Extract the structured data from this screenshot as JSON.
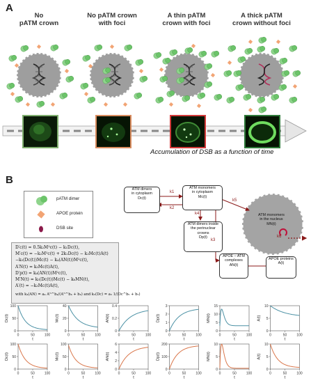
{
  "panel_a": {
    "letter": "A",
    "stages": [
      {
        "title_line1": "No",
        "title_line2": "pATM crown"
      },
      {
        "title_line1": "No pATM crown",
        "title_line2": "with foci"
      },
      {
        "title_line1": "A thin pATM",
        "title_line2": "crown with foci"
      },
      {
        "title_line1": "A thick pATM",
        "title_line2": "crown without foci"
      }
    ],
    "caption": "Accumulation of DSB as a function of time",
    "frame_colors": [
      "#7fae6e",
      "#d98c5f",
      "#d23a3a",
      "#2f7a3a"
    ]
  },
  "panel_b": {
    "letter": "B",
    "legend": [
      {
        "label": "pATM dimer",
        "icon": "patm-dimer-icon",
        "color": "#6cc46a"
      },
      {
        "label": "APOE protein",
        "icon": "apoe-protein-icon",
        "color": "#f2a474"
      },
      {
        "label": "DSB site",
        "icon": "dsb-site-icon",
        "color": "#8b1a4a"
      }
    ],
    "equations": [
      "D′c(t) = 0.5k₂M²c(t) − k₁Dc(t),",
      "M′c(t) = −k₂M²c(t) + 2k₁Dc(t) − k₃Mc(t)A(t)",
      "      −k₅(Dc(t))Mc(t) − k₄(AN(t))M²c(t),",
      "A′N(t) = k₃Mc(t)A(t),",
      "D′p(t) = k₄(AN(t))M²c(t),",
      "M′N(t) = k₅(Dc(t))Mc(t) − k₆MN(t),",
      "A′(t) = −k₃Mc(t)A(t),",
      "with k₄(AN) = a₄ Aᴺ^b₄/(Aᴺ^b₄ + b₄) and k₅(Dc) = a₅ 1/(Dc^b₅ + b₅)"
    ],
    "nodes": {
      "dimers": [
        "ATM dimers",
        "in cytoplasm",
        "Dc(t)"
      ],
      "monomers_cyto": [
        "ATM monomers",
        "in cytoplasm",
        "Mc(t)"
      ],
      "perinuclear": [
        "ATM dimers inside",
        "the perinuclear",
        "crowns",
        "Dp(t)"
      ],
      "nucleus": [
        "ATM monomers",
        "in the nucleus",
        "MN(t)"
      ],
      "complexes": [
        "APOE – ATM",
        "complexes",
        "AN(t)"
      ],
      "apoe": [
        "APOE proteins",
        "A(t)"
      ]
    },
    "rates": [
      "k1",
      "k2",
      "k3",
      "k4",
      "k5",
      "k6"
    ]
  },
  "plots": {
    "x_tick_labels": [
      "0",
      "50",
      "100"
    ],
    "x_label": "t",
    "colors": {
      "top": "#4a90a4",
      "bottom": "#d9764a"
    },
    "top_row": [
      {
        "ylabel": "Dc(t)",
        "yticks": [
          "0",
          "50",
          "100"
        ],
        "ymax": 100,
        "curve": "decay",
        "y0": 100,
        "yend": 3,
        "rate": 4
      },
      {
        "ylabel": "Mc(t)",
        "yticks": [
          "0",
          "20",
          "40"
        ],
        "ymax": 40,
        "curve": "decay",
        "y0": 40,
        "yend": 4,
        "rate": 3
      },
      {
        "ylabel": "AN(t)",
        "yticks": [
          "0",
          "0.2",
          "0.4"
        ],
        "ymax": 0.4,
        "curve": "rise",
        "y0": 0,
        "yend": 0.35,
        "rate": 2.5
      },
      {
        "ylabel": "Dp(t)",
        "yticks": [
          "0",
          "1",
          "2",
          "3"
        ],
        "ymax": 3,
        "curve": "rise",
        "y0": 0,
        "yend": 2.7,
        "rate": 3
      },
      {
        "ylabel": "MN(t)",
        "yticks": [
          "0",
          "5",
          "10",
          "15"
        ],
        "ymax": 15,
        "curve": "spike",
        "y0": 0,
        "yend": 3,
        "peak": 13
      },
      {
        "ylabel": "A(t)",
        "yticks": [
          "0",
          "5",
          "10"
        ],
        "ymax": 10,
        "curve": "decay",
        "y0": 10,
        "yend": 5.5,
        "rate": 2
      }
    ],
    "bottom_row": [
      {
        "ylabel": "Dc(t)",
        "yticks": [
          "0",
          "50",
          "100"
        ],
        "ymax": 100,
        "curve": "decay",
        "y0": 100,
        "yend": 2,
        "rate": 4
      },
      {
        "ylabel": "Mc(t)",
        "yticks": [
          "0",
          "50",
          "100"
        ],
        "ymax": 100,
        "curve": "decay",
        "y0": 95,
        "yend": 3,
        "rate": 4
      },
      {
        "ylabel": "AN(t)",
        "yticks": [
          "0",
          "2",
          "4",
          "6"
        ],
        "ymax": 6,
        "curve": "rise",
        "y0": 0,
        "yend": 5.5,
        "rate": 3
      },
      {
        "ylabel": "Dp(t)",
        "yticks": [
          "0",
          "100",
          "200"
        ],
        "ymax": 200,
        "curve": "rise",
        "y0": 0,
        "yend": 190,
        "rate": 3.5
      },
      {
        "ylabel": "MN(t)",
        "yticks": [
          "0",
          "5",
          "10"
        ],
        "ymax": 10,
        "curve": "spike",
        "y0": 0,
        "yend": 0.3,
        "peak": 10
      },
      {
        "ylabel": "A(t)",
        "yticks": [
          "0",
          "5",
          "10"
        ],
        "ymax": 10,
        "curve": "decay",
        "y0": 10,
        "yend": 0.5,
        "rate": 4
      }
    ]
  }
}
